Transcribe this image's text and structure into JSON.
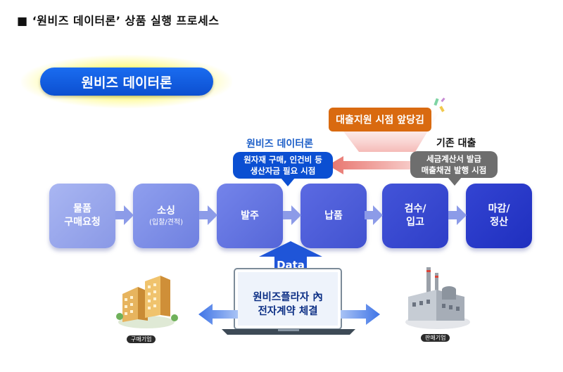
{
  "title": "■ ‘원비즈 데이터론’ 상품 실행 프로세스",
  "brand": "원비즈 데이터론",
  "highlight": "대출지원 시점 앞당김",
  "new_point": {
    "label": "원비즈 데이터론",
    "lines": [
      "원자재 구매, 인건비 등",
      "생산자금 필요 시점"
    ]
  },
  "old_point": {
    "label": "기존 대출",
    "lines": [
      "세금계산서 발급",
      "매출채권 발행 시점"
    ]
  },
  "steps": [
    {
      "line1": "물품",
      "line2": "구매요청",
      "sub": ""
    },
    {
      "line1": "소싱",
      "line2": "",
      "sub": "(입찰/견적)"
    },
    {
      "line1": "발주",
      "line2": "",
      "sub": ""
    },
    {
      "line1": "납품",
      "line2": "",
      "sub": ""
    },
    {
      "line1": "검수/",
      "line2": "입고",
      "sub": ""
    },
    {
      "line1": "마감/",
      "line2": "정산",
      "sub": ""
    }
  ],
  "data_label": "Data",
  "laptop": {
    "line1": "원비즈플라자 內",
    "line2": "전자계약 체결"
  },
  "buyer_tag": "구매기업",
  "seller_tag": "판매기업",
  "colors": {
    "step_gradient": [
      "#9aa8ee",
      "#2a38c8"
    ],
    "arrow": "#8c9be8",
    "orange": "#d96a10",
    "callout_blue": "#0b4fd2",
    "callout_gray": "#6e6e6e"
  }
}
